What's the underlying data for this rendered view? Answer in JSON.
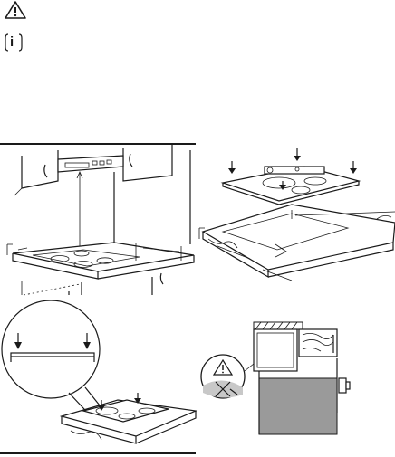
{
  "page": {
    "icons": {
      "warning": "warning-triangle-icon",
      "info": "information-icon"
    },
    "colors": {
      "line": "#1a1a1a",
      "wall_grey": "#9a9a9a",
      "seal_grey": "#c8c8c8"
    }
  },
  "figures": {
    "fig_hood_measure": {
      "icon": "kitchen-hood-clearance-illustration"
    },
    "fig_hob_drop_in": {
      "icon": "hob-insertion-cutout-illustration"
    },
    "fig_seal_apply": {
      "icon": "seal-strip-application-illustration"
    },
    "fig_section_detail": {
      "icon": "cross-section-detail-illustration"
    }
  },
  "info_label": "i"
}
